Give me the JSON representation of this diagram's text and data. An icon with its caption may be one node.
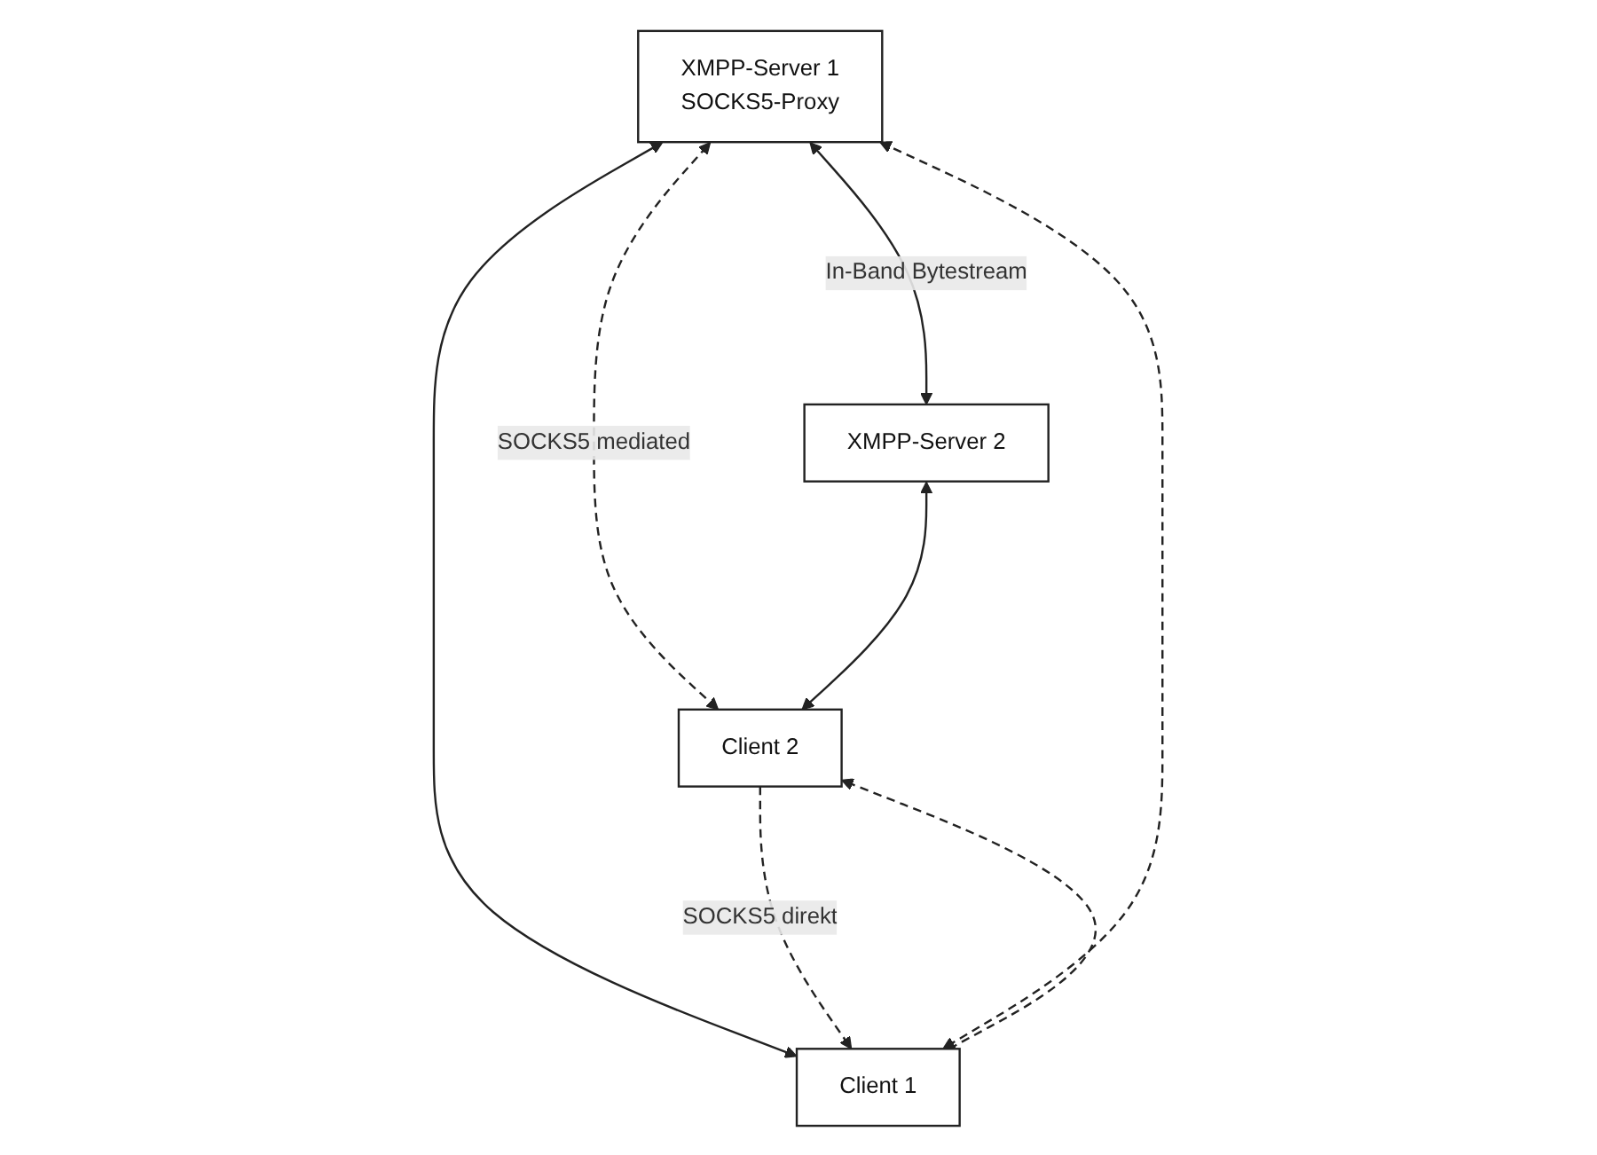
{
  "diagram": {
    "nodes": [
      {
        "text": [
          "XMPP-Server 1",
          "SOCKS5-Proxy"
        ]
      },
      {
        "text": [
          "XMPP-Server 2"
        ]
      },
      {
        "text": [
          "Client 1"
        ]
      },
      {
        "text": [
          "Client 2"
        ]
      }
    ],
    "edges": [
      {
        "from": 0,
        "to": 1,
        "arrow": "both",
        "label": "In-Band Bytestream"
      },
      {
        "from": 2,
        "to": 0,
        "arrow": "both",
        "style": "dashed"
      },
      {
        "from": 0,
        "to": 2,
        "arrow": "both"
      },
      {
        "from": 0,
        "to": 3,
        "arrow": "both",
        "style": "dashed",
        "label": "SOCKS5 mediated"
      },
      {
        "from": 1,
        "to": 3,
        "arrow": "both"
      },
      {
        "from": 2,
        "to": 3,
        "arrow": "to",
        "style": "dashed"
      },
      {
        "from": 3,
        "to": 2,
        "arrow": "to",
        "style": "dashed",
        "label": "SOCKS5 direkt"
      }
    ]
  }
}
